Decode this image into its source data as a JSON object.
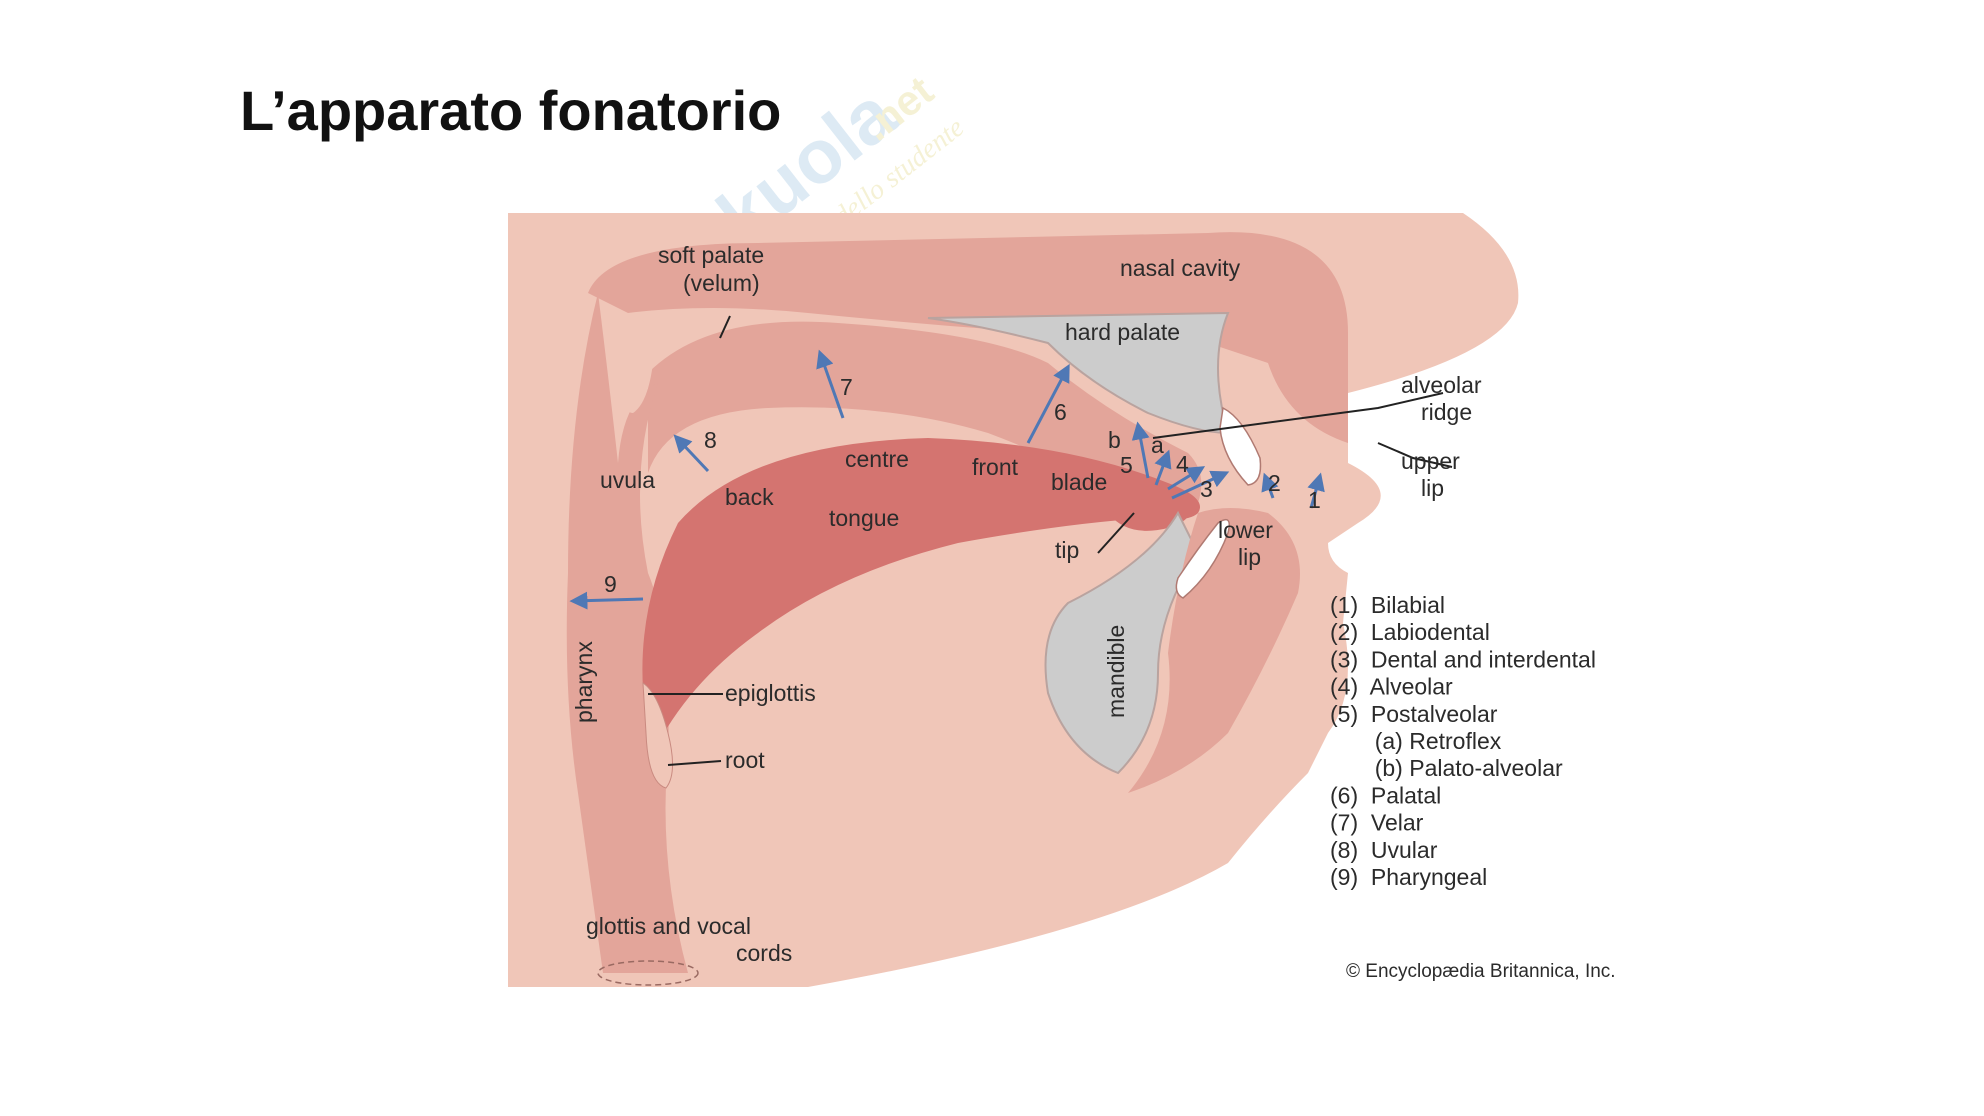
{
  "slide": {
    "title": "L’apparato fonatorio"
  },
  "watermark": {
    "brand": "Skuola.net",
    "tagline": "il portale dello studente"
  },
  "diagram": {
    "labels": {
      "soft_palate_1": "soft palate",
      "soft_palate_2": "(velum)",
      "nasal_cavity": "nasal cavity",
      "hard_palate": "hard palate",
      "alveolar_ridge_1": "alveolar",
      "alveolar_ridge_2": "ridge",
      "upper_lip_1": "upper",
      "upper_lip_2": "lip",
      "lower_lip_1": "lower",
      "lower_lip_2": "lip",
      "uvula": "uvula",
      "back": "back",
      "centre": "centre",
      "front": "front",
      "blade": "blade",
      "tongue": "tongue",
      "tip": "tip",
      "pharynx": "pharynx",
      "epiglottis": "epiglottis",
      "root": "root",
      "mandible": "mandible",
      "glottis_1": "glottis and vocal",
      "glottis_2": "cords"
    },
    "arrow_numbers": {
      "n1": "1",
      "n2": "2",
      "n3": "3",
      "n4": "4",
      "n5": "5",
      "n6": "6",
      "n7": "7",
      "n8": "8",
      "n9": "9",
      "na": "a",
      "nb": "b"
    },
    "legend": [
      "(1)  Bilabial",
      "(2)  Labiodental",
      "(3)  Dental and interdental",
      "(4)  Alveolar",
      "(5)  Postalveolar",
      "       (a) Retroflex",
      "       (b) Palato-alveolar",
      "(6)  Palatal",
      "(7)  Velar",
      "(8)  Uvular",
      "(9)  Pharyngeal"
    ],
    "copyright": "© Encyclopædia Britannica, Inc.",
    "colors": {
      "background": "#f0c6b8",
      "tissue": "#e3a59a",
      "tongue": "#d47470",
      "bone": "#cccccc",
      "teeth": "#ffffff",
      "arrows": "#4f78b5"
    }
  }
}
